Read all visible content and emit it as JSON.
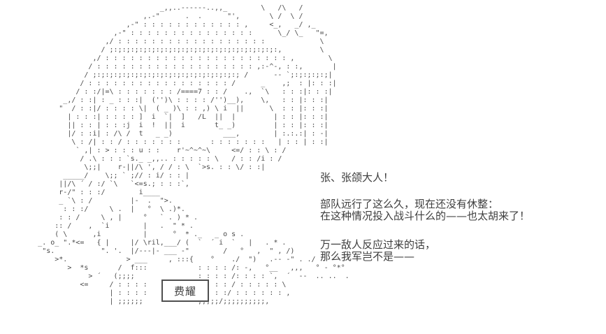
{
  "page": {
    "background_color": "#ffffff",
    "art_color": "#4a4a4a",
    "text_color": "#3d3d3d"
  },
  "ascii_art": {
    "description": "monochrome ascii-art portrait of an armored general (speaker Fei Yao)",
    "lines": [
      "                                      _,,..------..,,_        \\   /\\   /",
      "                                  ,.-\"      .  .      \"',       \\ /  \\ /",
      "                              ,-\" : : : : : : : : : : : : ,     <_,   _/ ,_",
      "                           ,-\" : : : : : : : : : : : : : : :      \\_/ \\_   \"=,",
      "                         ,/ : : : : : : : : : : : : : : : : : :             \\",
      "                        / ;:;:;:;:;:;:;:;:;:;:;:;:;:;:;:;:;:;:;:;:,         \\",
      "                      ,/ : : : : : : : : : : : : : : : : : : : : : : ,        \\",
      "                     / : : : : : : : : : : : : : : : : : : : ,:-^-, : :,       |",
      "                    / ;:;:;:;:;:;:;:;:;:;:;:;:;:;:;:;:;:; /      -- `;:;:;:;:;|",
      "                   / : : : : : : : : : : : : : : : : : /      _    ,;  : |: : :|",
      "                  / : :/|=\\ : : : : : : : /====7 : : /    .,  `\\   : : :|: : :|",
      "               _,/ : :| : _ : : :|  ('')\\ : : : : /'')__),    \\,   : : |: : :|",
      "              \"  / : :|/ : : : : \\|  ( _ )\\ : : ,) \\ i  ||      \\  : : |: : :|",
      "                | : : :| : : : : ]  i  `|  ]   /L  ||  |         | : : |: : :|",
      "                || : : | : : :j  i  !  ||  i       t_ _)         | : : |: : :|",
      "                |/ : :i| : /\\ /  t   _ _)            ___,        | :.:.:| : -|",
      "                 \\ : /| : : / : : : : : : :       : : : : : : :   | : : | : :|",
      "                  ` ,| : > : : : u : :    r'~^~^~\\     <=/ : : \\ : /",
      "                   / .\\ : : : `s._ _,,.. : : : : : \\   / : : /i : /",
      "                    \\;;|    r-||/\\ ', / / : \\  `>s. : : \\/ : :|",
      "               _____/    \\;; ` ;// : i/ : : |",
      "              ||/\\ ´ / :/ `\\   `<=s.; : : :`,",
      "              r-/\" : : :/        i____",
      "              _ `\\ : /         |-  .  \">.",
      "               : : :/     \\ .  |   °  \\ .)*.",
      "              : : /     \\ , |     °   ` . ) * .",
      "             :: /    ,  `i        |   .  \" * .",
      "             ( \\      ,i          |      °  * ._   _ o s .",
      "         _. o_ \".*<=   { |     |/ \\ril,___/ (  `  ´ i  `   |   . * .",
      "          \"s.           \". '.  |/---|- ___ -\"        /   °   ,  \" , /)",
      "             >*.              > ___     , :::{    °    ./  \")   .-- -\" . ./",
      "                >  *s       /  f:::            : : : : /: -,   °__   ,,,   ° - °*°",
      "                     > ´   (;;;;               : : : : /: : : : `,  ´  --  .. ..  .",
      "                   <=     / : : : :            : : : : / : : : : : \\",
      "                          | : : : :            : : : :/ : : : : : : ,",
      "                          | ;;;;;;             ;;;;;/;;;;;;;;;;,"
    ]
  },
  "dialogue": {
    "lines": [
      {
        "text": "张、张颌大人！"
      },
      {
        "text": "部队远行了这么久，现在还没有休整："
      },
      {
        "text": "在这种情况投入战斗什么的——也太胡来了！"
      },
      {
        "text": "万一敌人反应过来的话，"
      },
      {
        "text": "那么我军岂不是——"
      }
    ]
  },
  "name_box": {
    "label": "费耀"
  }
}
